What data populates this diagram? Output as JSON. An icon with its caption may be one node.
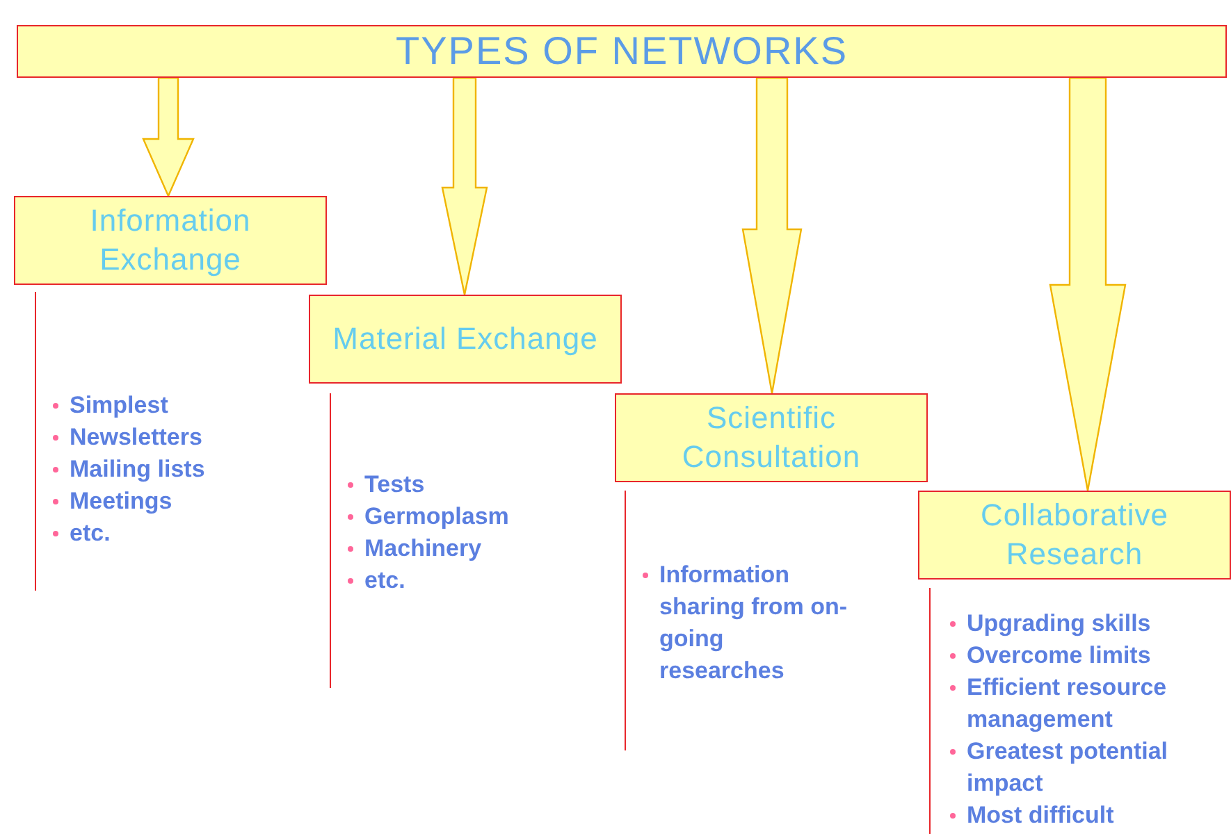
{
  "diagram": {
    "nodes": [
      {
        "text": [
          "TYPES OF NETWORKS"
        ]
      },
      {
        "text": [
          "Information Exchange"
        ],
        "beside": [
          "Simplest",
          "Newsletters",
          "Mailing lists",
          "Meetings",
          "etc."
        ]
      },
      {
        "text": [
          "Material Exchange"
        ],
        "beside": [
          "Tests",
          "Germoplasm",
          "Machinery",
          "etc."
        ]
      },
      {
        "text": [
          "Scientific Consultation"
        ],
        "beside": [
          "Information sharing from on-going researches"
        ]
      },
      {
        "text": [
          "Collaborative Research"
        ],
        "beside": [
          "Upgrading skills",
          "Overcome limits",
          "Efficient resource management",
          "Greatest potential impact",
          "Most difficult"
        ]
      }
    ],
    "edges": [
      {
        "from": 0,
        "to": 1,
        "arrow": "to"
      },
      {
        "from": 0,
        "to": 2,
        "arrow": "to"
      },
      {
        "from": 0,
        "to": 3,
        "arrow": "to"
      },
      {
        "from": 0,
        "to": 4,
        "arrow": "to"
      }
    ]
  }
}
